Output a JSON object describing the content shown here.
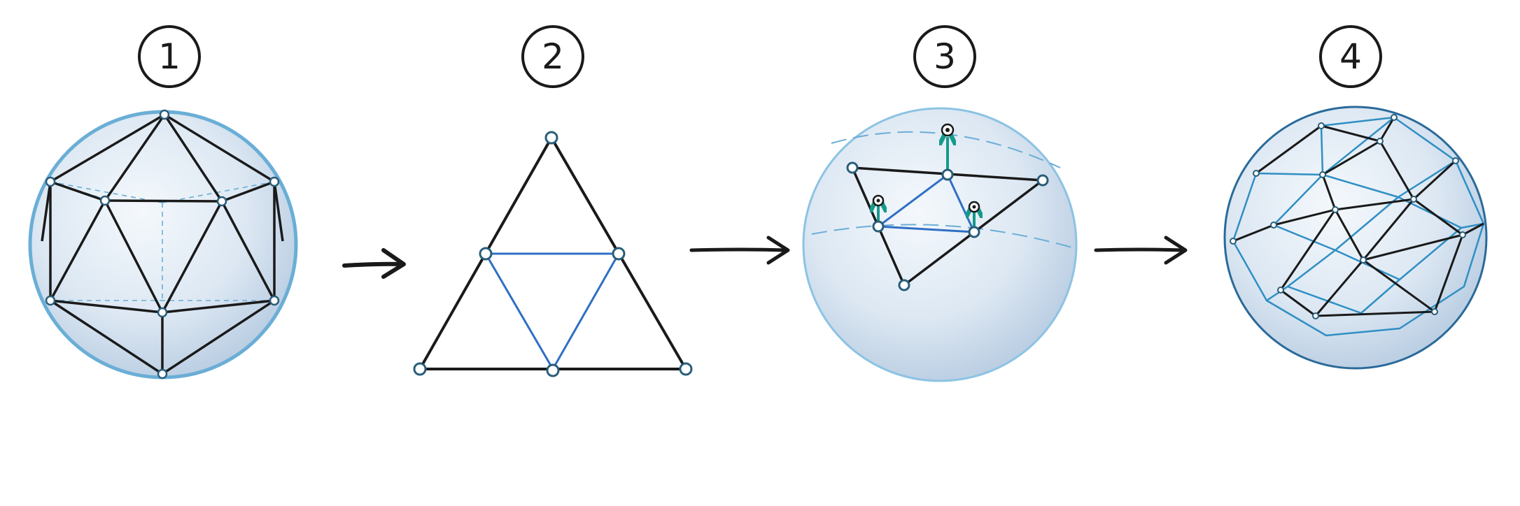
{
  "steps": [
    {
      "label": "1",
      "stage": "icosahedron-in-sphere"
    },
    {
      "label": "2",
      "stage": "triangle-subdivision"
    },
    {
      "label": "3",
      "stage": "vertex-projection"
    },
    {
      "label": "4",
      "stage": "geodesic-sphere"
    }
  ],
  "colors": {
    "ink": "#1a1a1a",
    "subdivision": "#2f6fc4",
    "sphere_fill": "#dbe7f3",
    "sphere_edge": "#6aaed6",
    "projection_arrow": "#159a8c",
    "node_fill": "#ffffff",
    "node_stroke": "#2a5d7a"
  }
}
